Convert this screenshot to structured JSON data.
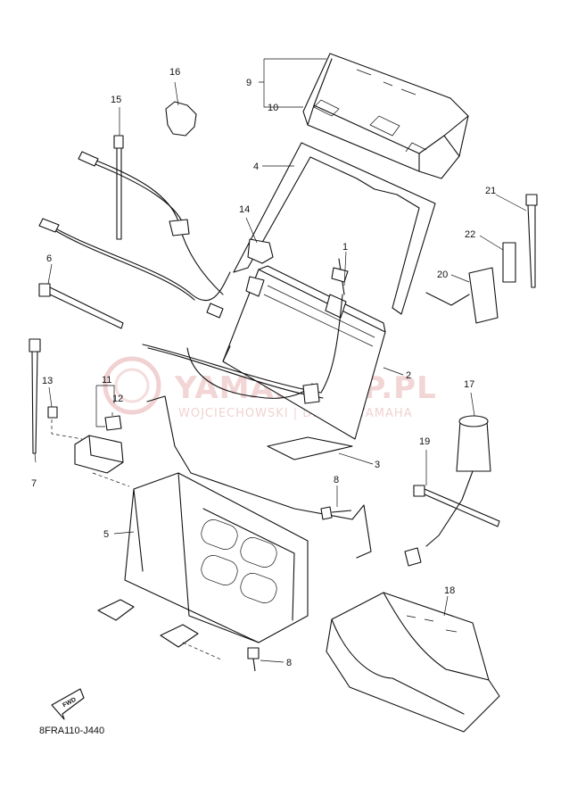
{
  "diagram": {
    "code": "8FRA110-J440",
    "fwd_label": "FWD",
    "watermark": {
      "brand": "YAMASKLEP.PL",
      "subtitle": "WOJCIECHOWSKI | DEALER YAMAHA"
    },
    "callouts": [
      "1",
      "2",
      "3",
      "4",
      "5",
      "6",
      "7",
      "8",
      "8",
      "9",
      "10",
      "11",
      "12",
      "13",
      "14",
      "15",
      "16",
      "17",
      "18",
      "19",
      "20",
      "21",
      "22"
    ],
    "colors": {
      "line": "#111111",
      "watermark": "#e7b3b3",
      "background": "#ffffff"
    }
  }
}
